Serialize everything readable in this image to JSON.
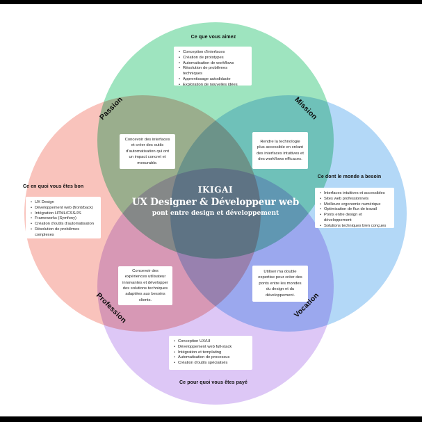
{
  "title": {
    "line1": "IKIGAI",
    "line2": "UX Designer & Développeur web",
    "line3": "pont entre design et développement"
  },
  "colors": {
    "love": "#9ee4bf",
    "good": "#f9c3bc",
    "need": "#b3d8f7",
    "paid": "#ddc7f6",
    "center_blend": "#607382",
    "card_bg": "#ffffff",
    "text": "#1f1f1f"
  },
  "circles": {
    "love": {
      "label": "Ce que vous aimez",
      "items": [
        "Conception d'interfaces",
        "Création de prototypes",
        "Automatisation de workflows",
        "Résolution de problèmes techniques",
        "Apprentissage autodidacte",
        "Exploration de nouvelles idées"
      ]
    },
    "good": {
      "label": "Ce en quoi vous êtes bon",
      "items": [
        "UX Design",
        "Développement web (front/back)",
        "Intégration HTML/CSS/JS",
        "Frameworks (Symfony)",
        "Création d'outils d'automatisation",
        "Résolution de problèmes complexes"
      ]
    },
    "need": {
      "label": "Ce dont le monde a besoin",
      "items": [
        "Interfaces intuitives et accessibles",
        "Sites web professionnels",
        "Meilleure ergonomie numérique",
        "Optimisation de flux de travail",
        "Ponts entre design et développement",
        "Solutions techniques bien conçues"
      ]
    },
    "paid": {
      "label": "Ce pour quoi vous êtes payé",
      "items": [
        "Conception UX/UI",
        "Développement web full-stack",
        "Intégration et templating",
        "Automatisation de processus",
        "Création d'outils spécialisés"
      ]
    }
  },
  "intersections": {
    "passion": {
      "label": "Passion",
      "text": "Concevoir des interfaces et créer des outils d'automatisation qui ont un impact concret et mesurable."
    },
    "mission": {
      "label": "Mission",
      "text": "Rendre la technologie plus accessible en créant des interfaces intuitives et des workflows efficaces."
    },
    "profession": {
      "label": "Profession",
      "text": "Concevoir des expériences utilisateur innovantes et développer des solutions techniques adaptées aux besoins clients."
    },
    "vocation": {
      "label": "Vocation",
      "text": "Utiliser ma double expertise pour créer des ponts entre les mondes du design et du développement."
    }
  }
}
